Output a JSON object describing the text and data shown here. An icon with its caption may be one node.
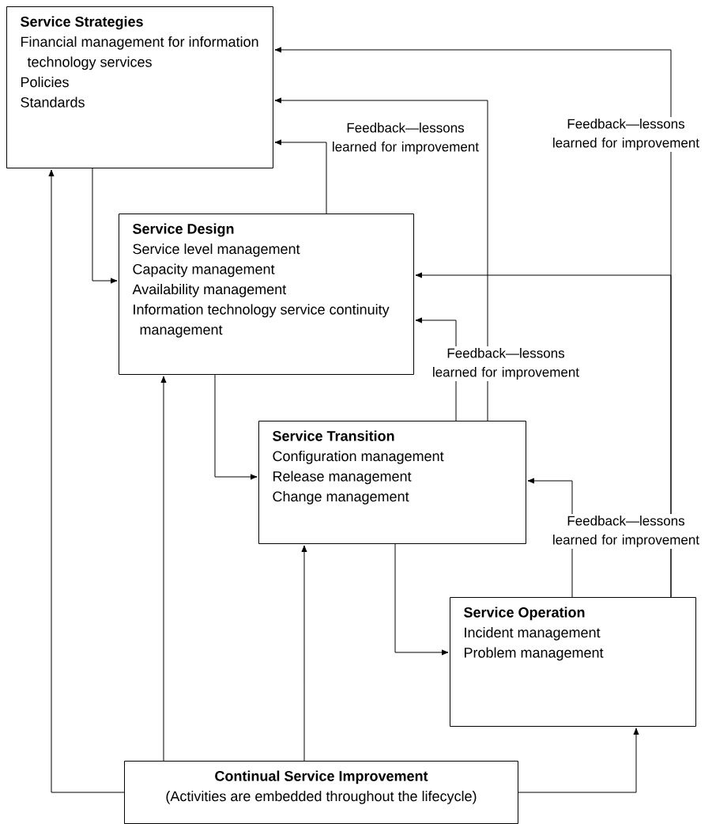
{
  "diagram": {
    "nodes": [
      {
        "text": [
          "Service Strategies",
          "Financial management for information technology services",
          "Policies",
          "Standards"
        ]
      },
      {
        "text": [
          "Service Design",
          "Service level management",
          "Capacity management",
          "Availability management",
          "Information technology service continuity management"
        ]
      },
      {
        "text": [
          "Service Transition",
          "Configuration management",
          "Release management",
          "Change management"
        ]
      },
      {
        "text": [
          "Service Operation",
          "Incident management",
          "Problem management"
        ]
      },
      {
        "text": [
          "Continual Service Improvement",
          "(Activities are embedded throughout the lifecycle)"
        ]
      }
    ],
    "edges": [
      {
        "from": 0,
        "to": 1,
        "arrow": "to"
      },
      {
        "from": 1,
        "to": 2,
        "arrow": "to"
      },
      {
        "from": 2,
        "to": 3,
        "arrow": "to"
      },
      {
        "from": 4,
        "to": 0,
        "arrow": "to"
      },
      {
        "from": 4,
        "to": 1,
        "arrow": "to"
      },
      {
        "from": 4,
        "to": 2,
        "arrow": "to"
      },
      {
        "from": 4,
        "to": 3,
        "arrow": "to"
      },
      {
        "from": 1,
        "to": 0,
        "arrow": "to",
        "label": "Feedback—lessons learned for improvement"
      },
      {
        "from": 2,
        "to": 1,
        "arrow": "to",
        "label": "Feedback—lessons learned for improvement"
      },
      {
        "from": 2,
        "to": 0,
        "arrow": "to"
      },
      {
        "from": 3,
        "to": 0,
        "arrow": "to",
        "label": "Feedback—lessons learned for improvement"
      },
      {
        "from": 3,
        "to": 1,
        "arrow": "to"
      },
      {
        "from": 3,
        "to": 2,
        "arrow": "to",
        "label": "Feedback—lessons learned for improvement"
      }
    ]
  }
}
